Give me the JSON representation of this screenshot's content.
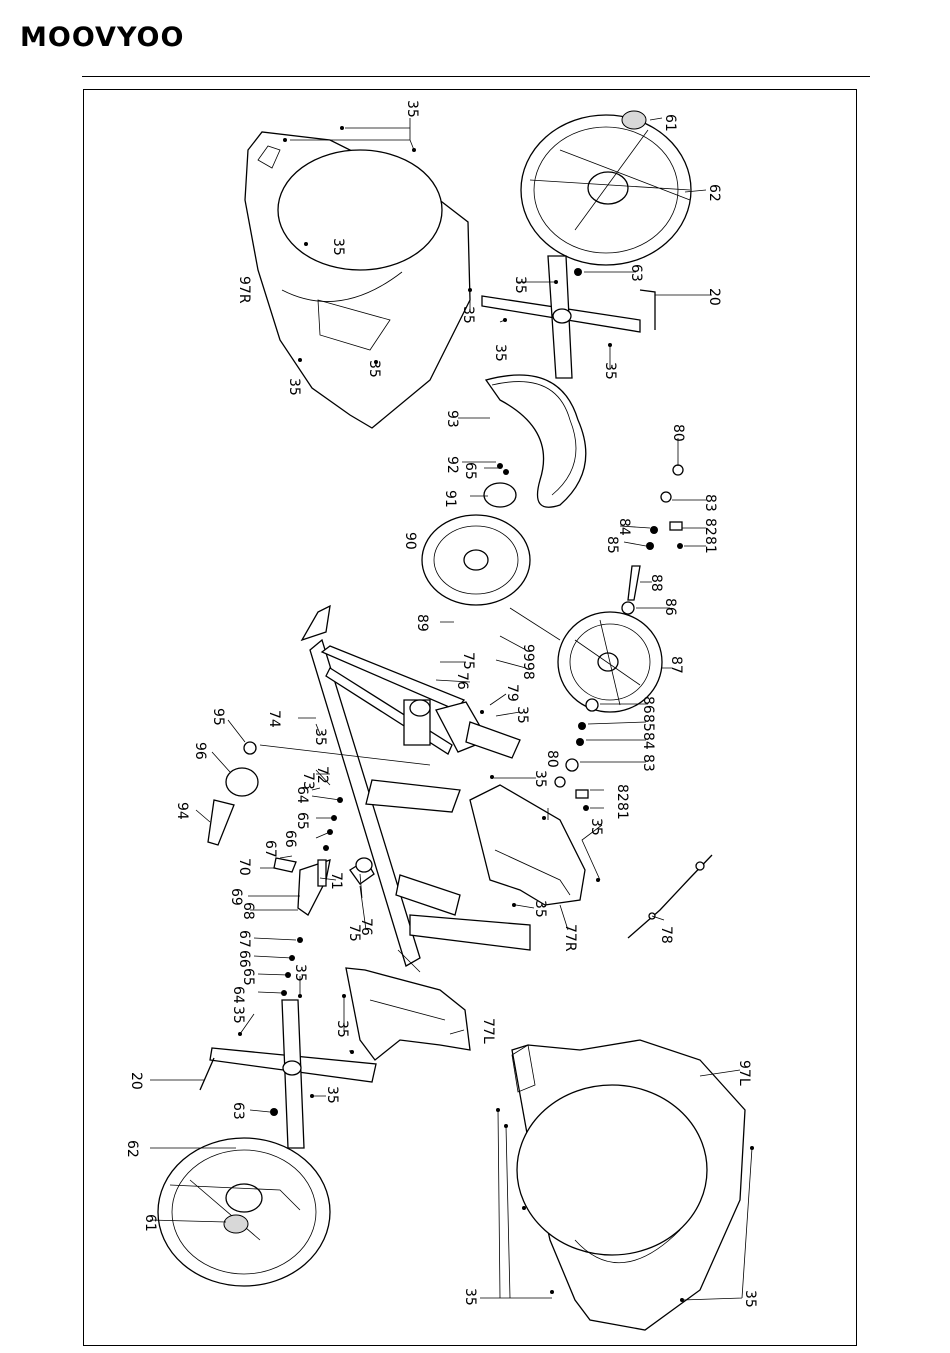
{
  "header": {
    "brand": "MOOVYOO"
  },
  "diagram": {
    "type": "exploded parts diagram",
    "callouts": [
      {
        "id": "c-35-top",
        "text": "35"
      },
      {
        "id": "c-61-top",
        "text": "61"
      },
      {
        "id": "c-62-top",
        "text": "62"
      },
      {
        "id": "c-63-top",
        "text": "63"
      },
      {
        "id": "c-20-top",
        "text": "20"
      },
      {
        "id": "c-35-a",
        "text": "35"
      },
      {
        "id": "c-35-b",
        "text": "35"
      },
      {
        "id": "c-35-c",
        "text": "35"
      },
      {
        "id": "c-35-d",
        "text": "35"
      },
      {
        "id": "c-35-e",
        "text": "35"
      },
      {
        "id": "c-35-f",
        "text": "35"
      },
      {
        "id": "c-35-g",
        "text": "35"
      },
      {
        "id": "c-97R",
        "text": "97R"
      },
      {
        "id": "c-93",
        "text": "93"
      },
      {
        "id": "c-92",
        "text": "92"
      },
      {
        "id": "c-65-top",
        "text": "65"
      },
      {
        "id": "c-91",
        "text": "91"
      },
      {
        "id": "c-90",
        "text": "90"
      },
      {
        "id": "c-80-top",
        "text": "80"
      },
      {
        "id": "c-83-top",
        "text": "83"
      },
      {
        "id": "c-82-top",
        "text": "82"
      },
      {
        "id": "c-81-top",
        "text": "81"
      },
      {
        "id": "c-84-top",
        "text": "84"
      },
      {
        "id": "c-85-top",
        "text": "85"
      },
      {
        "id": "c-88",
        "text": "88"
      },
      {
        "id": "c-86-top",
        "text": "86"
      },
      {
        "id": "c-87",
        "text": "87"
      },
      {
        "id": "c-86-bot",
        "text": "86"
      },
      {
        "id": "c-89",
        "text": "89"
      },
      {
        "id": "c-99",
        "text": "99"
      },
      {
        "id": "c-98",
        "text": "98"
      },
      {
        "id": "c-75-top",
        "text": "75"
      },
      {
        "id": "c-76-top",
        "text": "76"
      },
      {
        "id": "c-79",
        "text": "79"
      },
      {
        "id": "c-35-h",
        "text": "35"
      },
      {
        "id": "c-74",
        "text": "74"
      },
      {
        "id": "c-35-i",
        "text": "35"
      },
      {
        "id": "c-95",
        "text": "95"
      },
      {
        "id": "c-96",
        "text": "96"
      },
      {
        "id": "c-94",
        "text": "94"
      },
      {
        "id": "c-85-mid",
        "text": "85"
      },
      {
        "id": "c-84-mid",
        "text": "84"
      },
      {
        "id": "c-83-mid",
        "text": "83"
      },
      {
        "id": "c-80-mid",
        "text": "80"
      },
      {
        "id": "c-82-mid",
        "text": "82"
      },
      {
        "id": "c-81-mid",
        "text": "81"
      },
      {
        "id": "c-35-j",
        "text": "35"
      },
      {
        "id": "c-35-k",
        "text": "35"
      },
      {
        "id": "c-72",
        "text": "72"
      },
      {
        "id": "c-73",
        "text": "73"
      },
      {
        "id": "c-64-top",
        "text": "64"
      },
      {
        "id": "c-65-mid",
        "text": "65"
      },
      {
        "id": "c-66-top",
        "text": "66"
      },
      {
        "id": "c-67-top",
        "text": "67"
      },
      {
        "id": "c-70",
        "text": "70"
      },
      {
        "id": "c-71",
        "text": "71"
      },
      {
        "id": "c-69",
        "text": "69"
      },
      {
        "id": "c-68",
        "text": "68"
      },
      {
        "id": "c-76-bot",
        "text": "76"
      },
      {
        "id": "c-75-bot",
        "text": "75"
      },
      {
        "id": "c-35-l",
        "text": "35"
      },
      {
        "id": "c-77R",
        "text": "77R"
      },
      {
        "id": "c-78",
        "text": "78"
      },
      {
        "id": "c-67-bot",
        "text": "67"
      },
      {
        "id": "c-66-bot",
        "text": "66"
      },
      {
        "id": "c-65-bot",
        "text": "65"
      },
      {
        "id": "c-64-bot",
        "text": "64"
      },
      {
        "id": "c-35-m",
        "text": "35"
      },
      {
        "id": "c-35-n",
        "text": "35"
      },
      {
        "id": "c-35-o",
        "text": "35"
      },
      {
        "id": "c-77L",
        "text": "77L"
      },
      {
        "id": "c-20-bot",
        "text": "20"
      },
      {
        "id": "c-35-p",
        "text": "35"
      },
      {
        "id": "c-63-bot",
        "text": "63"
      },
      {
        "id": "c-62-bot",
        "text": "62"
      },
      {
        "id": "c-61-bot",
        "text": "61"
      },
      {
        "id": "c-97L",
        "text": "97L"
      },
      {
        "id": "c-35-q",
        "text": "35"
      },
      {
        "id": "c-35-r",
        "text": "35"
      }
    ]
  }
}
